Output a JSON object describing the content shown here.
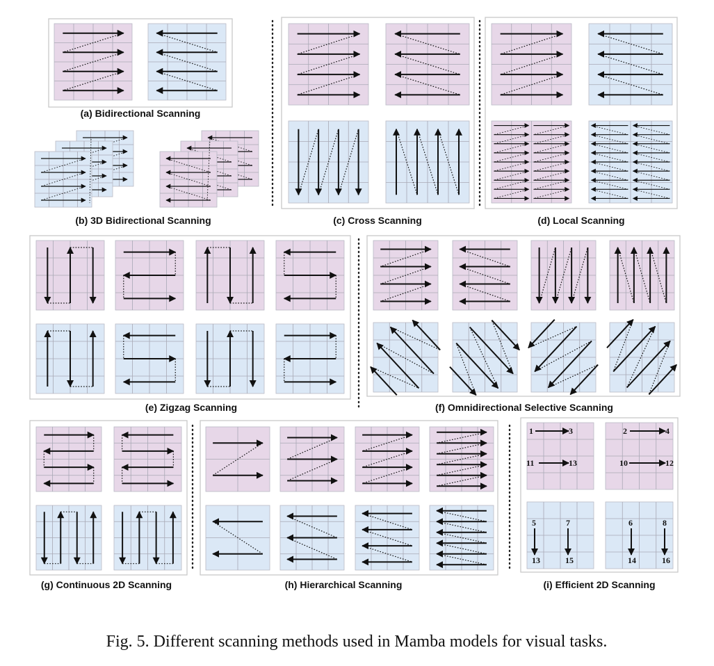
{
  "colors": {
    "pink": "#e7d7e8",
    "blue": "#dbe8f6",
    "grid": "#a8a8b4",
    "arrow": "#111111"
  },
  "panels": {
    "a": {
      "label": "(a) Bidirectional Scanning"
    },
    "b": {
      "label": "(b) 3D Bidirectional Scanning"
    },
    "c": {
      "label": "(c) Cross Scanning"
    },
    "d": {
      "label": "(d) Local Scanning"
    },
    "e": {
      "label": "(e) Zigzag Scanning"
    },
    "f": {
      "label": "(f) Omnidirectional Selective Scanning"
    },
    "g": {
      "label": "(g) Continuous 2D Scanning"
    },
    "h": {
      "label": "(h) Hierarchical Scanning"
    },
    "i": {
      "label": "(i) Efficient 2D Scanning"
    }
  },
  "efficient_numbers": {
    "top_left": [
      "1",
      "3",
      "11",
      "13"
    ],
    "top_right": [
      "2",
      "4",
      "10",
      "12"
    ],
    "bottom_left": [
      "5",
      "13",
      "7",
      "15"
    ],
    "bottom_right": [
      "6",
      "14",
      "8",
      "16"
    ]
  },
  "caption": "Fig. 5.  Different scanning methods used in Mamba models for visual tasks."
}
